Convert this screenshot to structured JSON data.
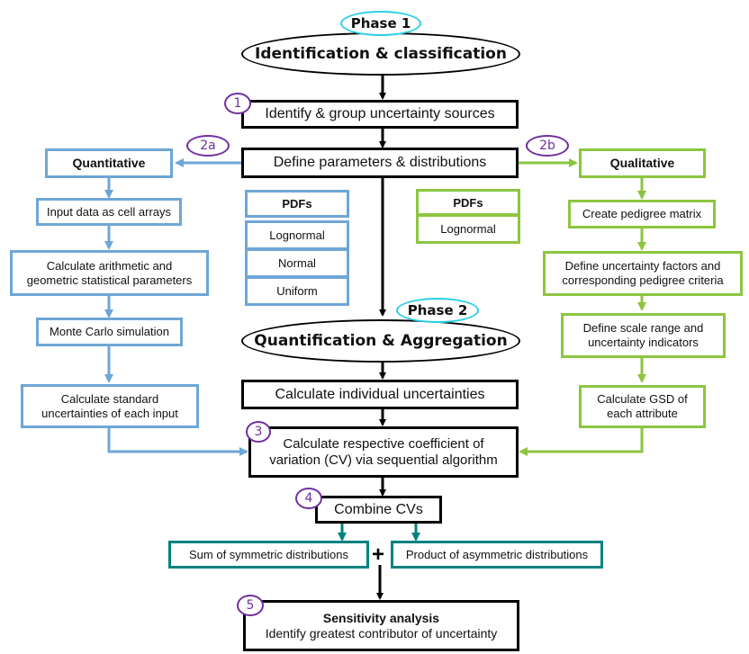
{
  "phase1": {
    "badge": "Phase 1",
    "title": "Identification & classification"
  },
  "phase2": {
    "badge": "Phase 2",
    "title": "Quantification & Aggregation"
  },
  "steps": {
    "s1": {
      "badge": "1",
      "label": "Identify & group uncertainty sources"
    },
    "s2": {
      "label": "Define parameters & distributions"
    },
    "s2a": {
      "badge": "2a"
    },
    "s2b": {
      "badge": "2b"
    },
    "calc_individual": {
      "label": "Calculate individual uncertainties"
    },
    "s3": {
      "badge": "3",
      "line1": "Calculate respective coefficient of",
      "line2": "variation (CV) via sequential algorithm"
    },
    "s4": {
      "badge": "4",
      "label": "Combine CVs"
    },
    "sum": {
      "label": "Sum of symmetric distributions"
    },
    "plus": "+",
    "product": {
      "label": "Product of asymmetric distributions"
    },
    "s5": {
      "badge": "5",
      "title": "Sensitivity analysis",
      "subtitle": "Identify greatest contributor of uncertainty"
    }
  },
  "quantitative": {
    "title": "Quantitative",
    "items": [
      {
        "line1": "Input data as cell arrays"
      },
      {
        "line1": "Calculate arithmetic and",
        "line2": "geometric statistical parameters"
      },
      {
        "line1": "Monte Carlo simulation"
      },
      {
        "line1": "Calculate standard",
        "line2": "uncertainties of each input"
      }
    ],
    "pdfs": {
      "header": "PDFs",
      "items": [
        "Lognormal",
        "Normal",
        "Uniform"
      ]
    }
  },
  "qualitative": {
    "title": "Qualitative",
    "items": [
      {
        "line1": "Create pedigree matrix"
      },
      {
        "line1": "Define uncertainty factors and",
        "line2": "corresponding pedigree criteria"
      },
      {
        "line1": "Define scale range and",
        "line2": "uncertainty indicators"
      },
      {
        "line1": "Calculate GSD of",
        "line2": "each attribute"
      }
    ],
    "pdfs": {
      "header": "PDFs",
      "items": [
        "Lognormal"
      ]
    }
  },
  "colors": {
    "quantitative": "#6fa6d6",
    "qualitative": "#8cc63f",
    "combine": "#00827f",
    "step_badge": "#7030a0",
    "phase_badge": "#27d0e6"
  }
}
